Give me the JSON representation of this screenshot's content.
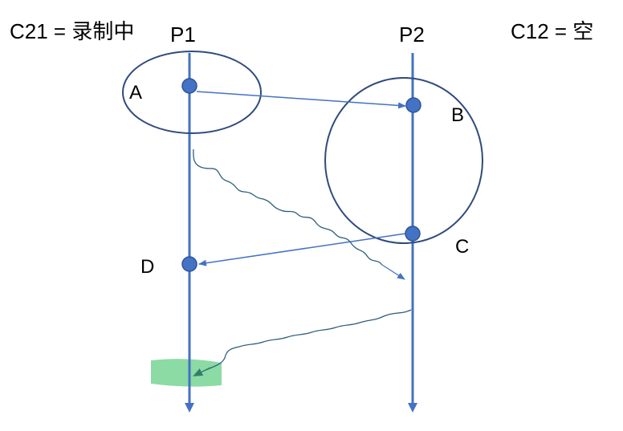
{
  "header": {
    "left_state": "C21 = 录制中",
    "right_state": "C12 = 空"
  },
  "processes": {
    "p1": "P1",
    "p2": "P2"
  },
  "events": {
    "a": "A",
    "b": "B",
    "c": "C",
    "d": "D"
  },
  "colors": {
    "timeline": "#4472c4",
    "event_fill": "#4472c4",
    "event_stroke": "#2f5597",
    "circle": "#2f4b7c",
    "message": "#4472c4",
    "marker_message": "#2f5f7a",
    "highlight": "#7fd69a"
  }
}
